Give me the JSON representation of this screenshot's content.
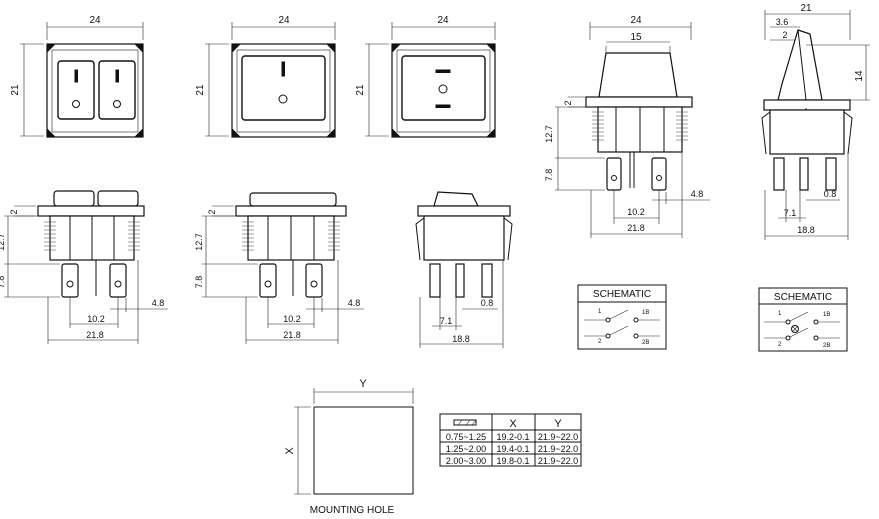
{
  "dimensions": {
    "width_24": "24",
    "height_21": "21",
    "inner_15": "15",
    "top_3_6": "3.6",
    "top_2": "2",
    "side_14": "14",
    "gap_2": "2",
    "depth_12_7": "12.7",
    "pin_7_8": "7.8",
    "pin_4_8": "4.8",
    "pitch_10_2": "10.2",
    "span_21_8": "21.8",
    "side_7_1": "7.1",
    "side_0_8": "0.8",
    "side_18_8": "18.8"
  },
  "schematic_single": {
    "title": "SCHEMATIC",
    "t1": "1",
    "t1b": "1B",
    "t2": "2",
    "t2b": "2B"
  },
  "schematic_double": {
    "title": "SCHEMATIC",
    "t1": "1",
    "t1b": "1B",
    "t2": "2",
    "t2b": "2B"
  },
  "mounting": {
    "label": "MOUNTING HOLE",
    "x_label": "X",
    "y_label": "Y"
  },
  "panel_table": {
    "headers": [
      "X",
      "Y"
    ],
    "rows": [
      [
        "0.75~1.25",
        "19.2-0.1",
        "21.9~22.0"
      ],
      [
        "1.25~2.00",
        "19.4-0.1",
        "21.9~22.0"
      ],
      [
        "2.00~3.00",
        "19.8-0.1",
        "21.9~22.0"
      ]
    ]
  }
}
